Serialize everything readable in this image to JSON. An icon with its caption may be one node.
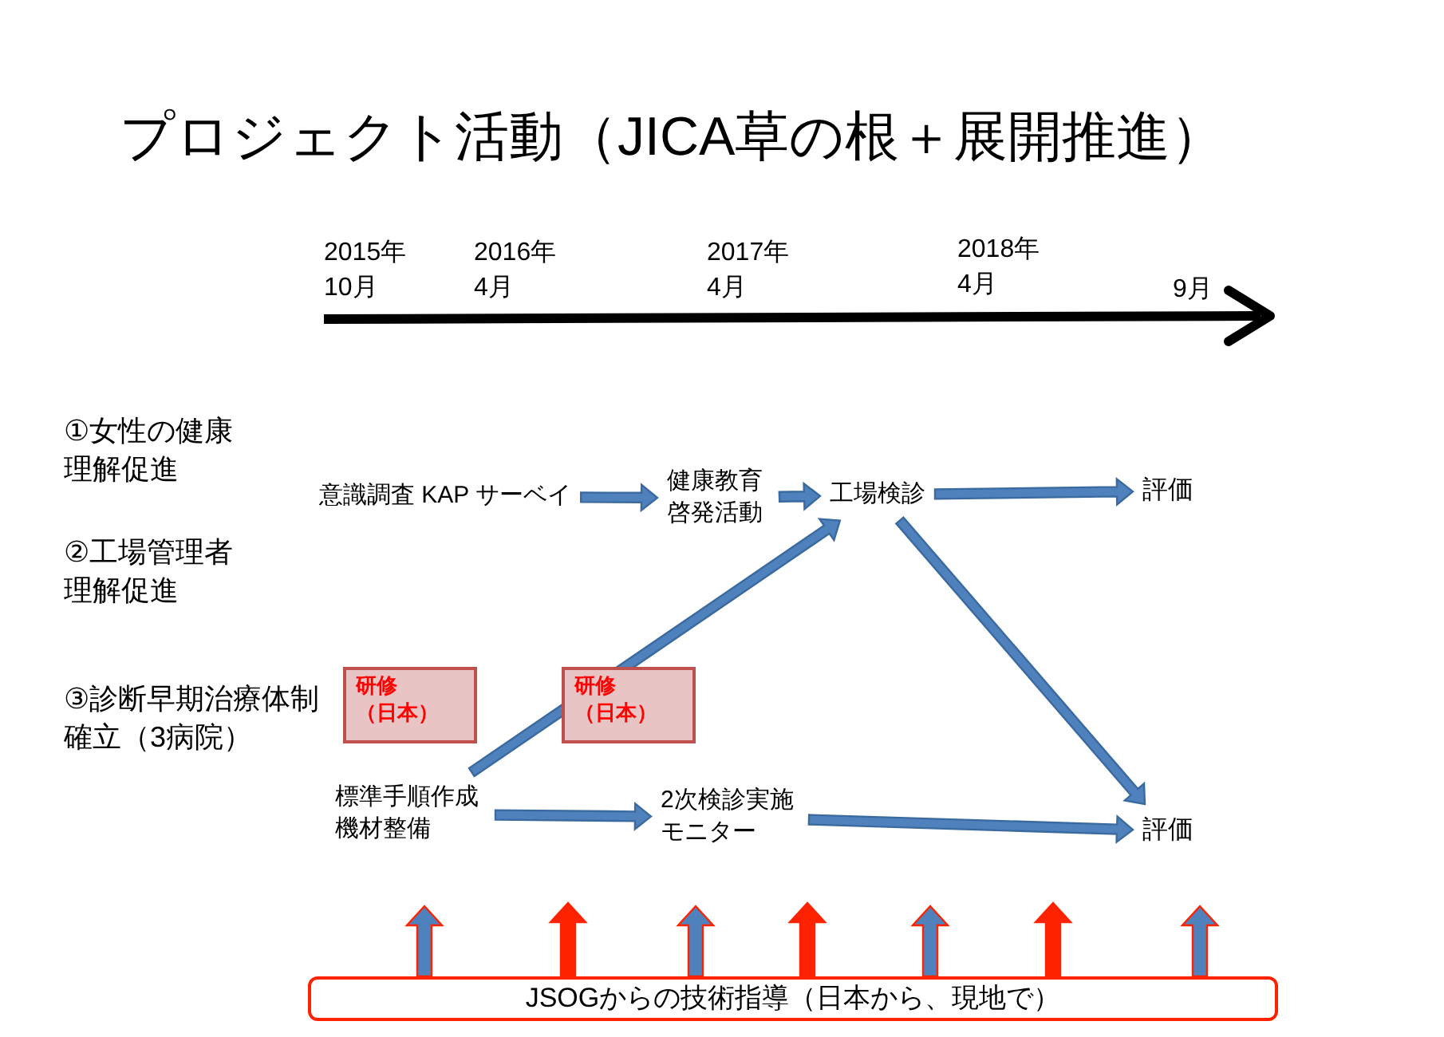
{
  "diagram": {
    "title": "プロジェクト活動（JICA草の根＋展開推進）",
    "nodes": [
      {
        "text": [
          "意識調査 KAP サーベイ"
        ]
      },
      {
        "text": [
          "健康教育啓発活動"
        ]
      },
      {
        "text": [
          "工場検診"
        ]
      },
      {
        "text": [
          "評価"
        ]
      },
      {
        "text": [
          "標準手順作成機材整備"
        ]
      },
      {
        "text": [
          "2次検診実施モニター"
        ]
      },
      {
        "text": [
          "評価"
        ]
      },
      {
        "text": [
          "研修（日本）"
        ]
      },
      {
        "text": [
          "研修（日本）"
        ]
      },
      {
        "text": [
          "JSOGからの技術指導（日本から、現地で）"
        ]
      }
    ],
    "edges": [
      {
        "from": 0,
        "to": 1,
        "arrow": "to"
      },
      {
        "from": 1,
        "to": 2,
        "arrow": "to"
      },
      {
        "from": 2,
        "to": 3,
        "arrow": "to"
      },
      {
        "from": 4,
        "to": 5,
        "arrow": "to"
      },
      {
        "from": 4,
        "to": 2,
        "arrow": "to"
      },
      {
        "from": 2,
        "to": 6,
        "arrow": "to"
      },
      {
        "from": 5,
        "to": 6,
        "arrow": "to"
      },
      {
        "from": 9,
        "to": null,
        "arrow": "to"
      },
      {
        "from": 9,
        "to": null,
        "arrow": "to",
        "color": "#ff2200"
      },
      {
        "from": 9,
        "to": null,
        "arrow": "to"
      },
      {
        "from": 9,
        "to": null,
        "arrow": "to",
        "color": "#ff2200"
      },
      {
        "from": 9,
        "to": null,
        "arrow": "to"
      },
      {
        "from": 9,
        "to": null,
        "arrow": "to",
        "color": "#ff2200"
      },
      {
        "from": 9,
        "to": null,
        "arrow": "to"
      }
    ],
    "labels": [
      "2015年 10月",
      "2016年 4月",
      "2017年 4月",
      "2018年 4月",
      "9月",
      "①女性の健康理解促進",
      "②工場管理者理解促進",
      "③診断早期治療体制確立（3病院）"
    ]
  }
}
